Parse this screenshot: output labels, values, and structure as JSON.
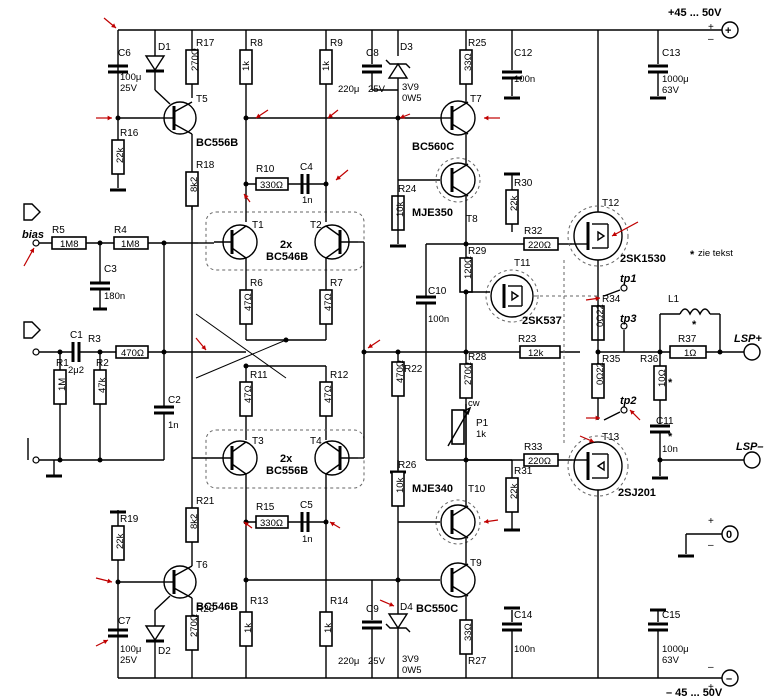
{
  "supply": {
    "pos": "+45 ... 50V",
    "neg": "– 45 ... 50V"
  },
  "terminals": {
    "bias": "bias",
    "lsp_plus": "LSP+",
    "lsp_minus": "LSP–",
    "tp1": "tp1",
    "tp2": "tp2",
    "tp3": "tp3"
  },
  "note": "zie tekst",
  "pairs": {
    "top": [
      "2x",
      "BC546B"
    ],
    "bottom": [
      "2x",
      "BC556B"
    ]
  },
  "components": {
    "R1": "1M",
    "R2": "47k",
    "R3": "470Ω",
    "R4": "1M8",
    "R5": "1M8",
    "R6": "47Ω",
    "R7": "47Ω",
    "R8": "1k",
    "R9": "1k",
    "R10": "330Ω",
    "R11": "47Ω",
    "R12": "47Ω",
    "R13": "1k",
    "R14": "1k",
    "R15": "330Ω",
    "R16": "22k",
    "R17": "270Ω",
    "R18": "8k2",
    "R19": "22k",
    "R20": "270Ω",
    "R21": "8k2",
    "R22": "470Ω",
    "R23": "12k",
    "R24": "10k",
    "R25": "33Ω",
    "R26": "10k",
    "R27": "33Ω",
    "R28": "270Ω",
    "R29": "120Ω",
    "R30": "22k",
    "R31": "22k",
    "R32": "220Ω",
    "R33": "220Ω",
    "R34": "0Ω22",
    "R35": "0Ω22",
    "R36": "10Ω",
    "R37": "1Ω",
    "C1": "2μ2",
    "C2": "1n",
    "C3": "180n",
    "C4": "1n",
    "C5": "1n",
    "C6": [
      "100μ",
      "25V"
    ],
    "C7": [
      "100μ",
      "25V"
    ],
    "C8": [
      "220μ",
      "25V"
    ],
    "C9": [
      "220μ",
      "25V"
    ],
    "C10": "100n",
    "C11": "10n",
    "C12": "100n",
    "C14": "100n",
    "C13": [
      "1000μ",
      "63V"
    ],
    "C15": [
      "1000μ",
      "63V"
    ],
    "D3": [
      "3V9",
      "0W5"
    ],
    "D4": [
      "3V9",
      "0W5"
    ],
    "P1": "1k",
    "P1_mark": "cw",
    "T5": "BC556B",
    "T6": "BC546B",
    "T7": "BC560C",
    "T8": "MJE350",
    "T9": "BC550C",
    "T10": "MJE340",
    "T11": "2SK537",
    "T12": "2SK1530",
    "T13": "2SJ201"
  }
}
